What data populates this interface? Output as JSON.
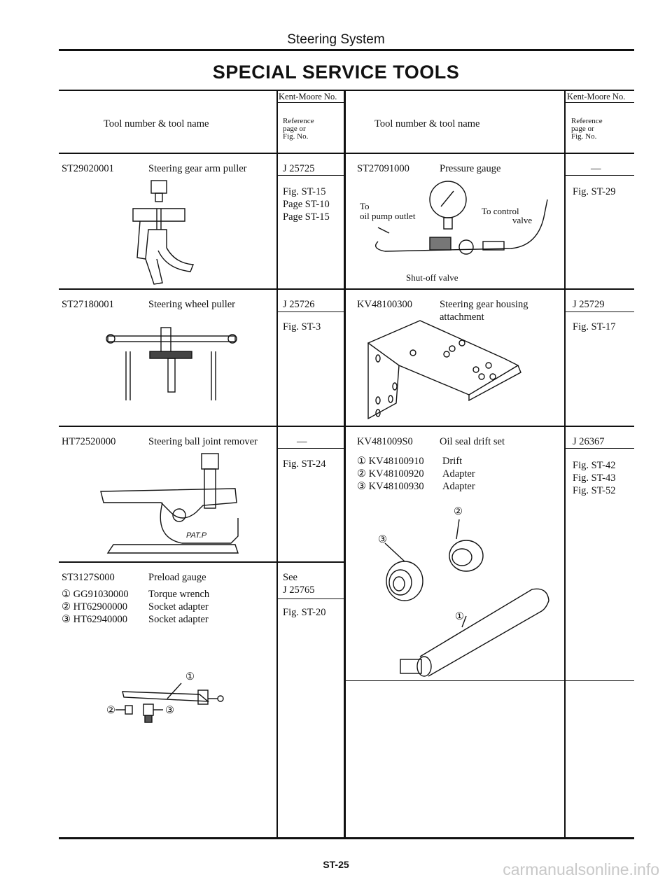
{
  "running_title": "Steering System",
  "title": "SPECIAL SERVICE TOOLS",
  "headers": {
    "kent_moore": "Kent-Moore No.",
    "reference": [
      "Reference",
      "page or",
      "Fig. No."
    ],
    "tool": "Tool number & tool name"
  },
  "left_tools": [
    {
      "number": "ST29020001",
      "name": "Steering gear arm puller",
      "kent": "J 25725",
      "refs": [
        "Fig. ST-15",
        "Page ST-10",
        "Page ST-15"
      ]
    },
    {
      "number": "ST27180001",
      "name": "Steering wheel puller",
      "kent": "J 25726",
      "refs": [
        "Fig. ST-3"
      ]
    },
    {
      "number": "HT72520000",
      "name": "Steering ball joint remover",
      "kent": "—",
      "refs": [
        "Fig. ST-24"
      ],
      "stamp": "PAT.P"
    },
    {
      "number": "ST3127S000",
      "name": "Preload gauge",
      "kent": [
        "See",
        "J 25765"
      ],
      "refs": [
        "Fig. ST-20"
      ],
      "parts": [
        {
          "num": "① GG91030000",
          "name": "Torque wrench"
        },
        {
          "num": "② HT62900000",
          "name": "Socket adapter"
        },
        {
          "num": "③ HT62940000",
          "name": "Socket adapter"
        }
      ],
      "callouts": [
        "①",
        "②",
        "③"
      ]
    }
  ],
  "right_tools": [
    {
      "number": "ST27091000",
      "name": "Pressure gauge",
      "kent": "—",
      "refs": [
        "Fig. ST-29"
      ],
      "labels": {
        "to": "To",
        "oil_pump_outlet": "oil pump outlet",
        "to_control": "To control",
        "valve": "valve",
        "shutoff": "Shut-off valve"
      }
    },
    {
      "number": "KV48100300",
      "name": [
        "Steering gear housing",
        "attachment"
      ],
      "kent": "J 25729",
      "refs": [
        "Fig. ST-17"
      ]
    },
    {
      "number": "KV481009S0",
      "name": "Oil seal drift set",
      "kent": "J 26367",
      "refs": [
        "Fig. ST-42",
        "Fig. ST-43",
        "Fig. ST-52"
      ],
      "parts": [
        {
          "num": "① KV48100910",
          "name": "Drift"
        },
        {
          "num": "② KV48100920",
          "name": "Adapter"
        },
        {
          "num": "③ KV48100930",
          "name": "Adapter"
        }
      ],
      "callouts": [
        "①",
        "②",
        "③"
      ]
    }
  ],
  "footer": "ST-25",
  "watermark": "carmanualsonline.info"
}
